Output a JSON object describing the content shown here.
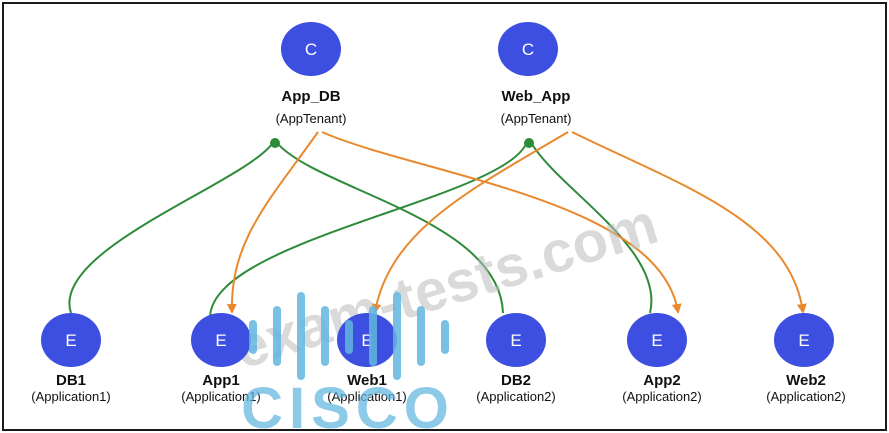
{
  "colors": {
    "node_fill": "#3d4fe0",
    "consumer_link": "#2e8b3a",
    "provider_link": "#e9892e",
    "watermark": "#bdbdbd",
    "brand": "#62b7e0"
  },
  "watermark": {
    "text": "exam-tests.com"
  },
  "brand_logo": {
    "name": "cisco-logo",
    "text": "CISCO"
  },
  "contracts": [
    {
      "id": "app_db",
      "letter": "C",
      "name": "App_DB",
      "tenant": "(AppTenant)"
    },
    {
      "id": "web_app",
      "letter": "C",
      "name": "Web_App",
      "tenant": "(AppTenant)"
    }
  ],
  "epgs": [
    {
      "id": "db1",
      "letter": "E",
      "name": "DB1",
      "app": "(Application1)"
    },
    {
      "id": "app1",
      "letter": "E",
      "name": "App1",
      "app": "(Application1)"
    },
    {
      "id": "web1",
      "letter": "E",
      "name": "Web1",
      "app": "(Application1)"
    },
    {
      "id": "db2",
      "letter": "E",
      "name": "DB2",
      "app": "(Application2)"
    },
    {
      "id": "app2",
      "letter": "E",
      "name": "App2",
      "app": "(Application2)"
    },
    {
      "id": "web2",
      "letter": "E",
      "name": "Web2",
      "app": "(Application2)"
    }
  ],
  "relations": [
    {
      "type": "consumes",
      "epg": "db1",
      "contract": "app_db"
    },
    {
      "type": "consumes",
      "epg": "db2",
      "contract": "app_db"
    },
    {
      "type": "provides",
      "contract": "app_db",
      "epg": "app1"
    },
    {
      "type": "provides",
      "contract": "app_db",
      "epg": "app2"
    },
    {
      "type": "consumes",
      "epg": "app1",
      "contract": "web_app"
    },
    {
      "type": "consumes",
      "epg": "app2",
      "contract": "web_app"
    },
    {
      "type": "provides",
      "contract": "web_app",
      "epg": "web1"
    },
    {
      "type": "provides",
      "contract": "web_app",
      "epg": "web2"
    }
  ]
}
